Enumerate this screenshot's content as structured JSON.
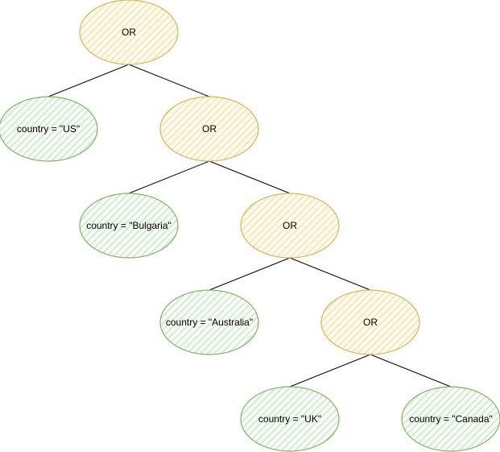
{
  "diagram": {
    "type": "tree",
    "colors": {
      "or_fill": "#fff2cc",
      "or_stroke": "#d6b656",
      "leaf_fill": "#d5e8d4",
      "leaf_stroke": "#82b366",
      "edge": "#000000"
    },
    "nodes": {
      "or1": {
        "label": "OR",
        "kind": "or"
      },
      "leaf_us": {
        "label": "country = \"US\"",
        "kind": "leaf"
      },
      "or2": {
        "label": "OR",
        "kind": "or"
      },
      "leaf_bulgaria": {
        "label": "country = \"Bulgaria\"",
        "kind": "leaf"
      },
      "or3": {
        "label": "OR",
        "kind": "or"
      },
      "leaf_australia": {
        "label": "country = \"Australia\"",
        "kind": "leaf"
      },
      "or4": {
        "label": "OR",
        "kind": "or"
      },
      "leaf_uk": {
        "label": "country = \"UK\"",
        "kind": "leaf"
      },
      "leaf_canada": {
        "label": "country = \"Canada\"",
        "kind": "leaf"
      }
    },
    "edges": [
      [
        "or1",
        "leaf_us"
      ],
      [
        "or1",
        "or2"
      ],
      [
        "or2",
        "leaf_bulgaria"
      ],
      [
        "or2",
        "or3"
      ],
      [
        "or3",
        "leaf_australia"
      ],
      [
        "or3",
        "or4"
      ],
      [
        "or4",
        "leaf_uk"
      ],
      [
        "or4",
        "leaf_canada"
      ]
    ]
  }
}
